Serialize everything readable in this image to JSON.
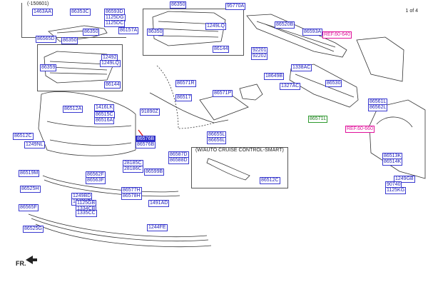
{
  "page_indicator": "1 of 4",
  "header_note": "(-150601)",
  "cruise_box_title": "(W/AUTO CRUISE CONTROL-SMART)",
  "fr_label": "FR.",
  "part_labels": [
    {
      "id": "1463AA",
      "text": "1463AA"
    },
    {
      "id": "86353C",
      "text": "86353C"
    },
    {
      "id": "86593D",
      "text": "86593D"
    },
    {
      "id": "1125DG",
      "text": "1125DG"
    },
    {
      "id": "1125DC",
      "text": "1125DC"
    },
    {
      "id": "86157A",
      "text": "86157A"
    },
    {
      "id": "86350a",
      "text": "86350"
    },
    {
      "id": "86350b",
      "text": "86350"
    },
    {
      "id": "86565D",
      "text": "86565D"
    },
    {
      "id": "86350c",
      "text": "86350"
    },
    {
      "id": "12492",
      "text": "12492"
    },
    {
      "id": "1249LQ",
      "text": "1249LQ"
    },
    {
      "id": "86359",
      "text": "86359"
    },
    {
      "id": "86144a",
      "text": "86144"
    },
    {
      "id": "86350d",
      "text": "86350"
    },
    {
      "id": "12492b",
      "text": "1249LQ"
    },
    {
      "id": "86144b",
      "text": "86144"
    },
    {
      "id": "95770A",
      "text": "95770A"
    },
    {
      "id": "86520B",
      "text": "86520B"
    },
    {
      "id": "86593A",
      "text": "86593A"
    },
    {
      "id": "REF60640",
      "text": "REF.60-640",
      "ref": true
    },
    {
      "id": "92201",
      "text": "92201"
    },
    {
      "id": "92202",
      "text": "92202"
    },
    {
      "id": "18649B",
      "text": "18649B"
    },
    {
      "id": "1338AC",
      "text": "1338AC"
    },
    {
      "id": "86530",
      "text": "86530"
    },
    {
      "id": "1327AC",
      "text": "1327AC"
    },
    {
      "id": "86571R",
      "text": "86571R"
    },
    {
      "id": "86517",
      "text": "86517"
    },
    {
      "id": "86571P",
      "text": "86571P"
    },
    {
      "id": "86561L",
      "text": "86561L"
    },
    {
      "id": "86562L",
      "text": "86562L"
    },
    {
      "id": "86512A",
      "text": "86512A"
    },
    {
      "id": "1416LK",
      "text": "1416LK"
    },
    {
      "id": "91890Z",
      "text": "91890Z"
    },
    {
      "id": "86515C",
      "text": "86515C"
    },
    {
      "id": "86516A",
      "text": "86516A"
    },
    {
      "id": "86571L",
      "text": "86571L",
      "green": true
    },
    {
      "id": "REF60660",
      "text": "REF.60-660",
      "ref": true
    },
    {
      "id": "86512C",
      "text": "86512C"
    },
    {
      "id": "1249NL",
      "text": "1249NL"
    },
    {
      "id": "86576B",
      "text": "86576B",
      "hl": true
    },
    {
      "id": "86576Bb",
      "text": "86576B"
    },
    {
      "id": "86655L",
      "text": "86655L"
    },
    {
      "id": "86656L",
      "text": "86656L"
    },
    {
      "id": "86587D",
      "text": "86587D"
    },
    {
      "id": "86588D",
      "text": "86588D"
    },
    {
      "id": "28185C",
      "text": "28185C"
    },
    {
      "id": "28186C",
      "text": "28186C"
    },
    {
      "id": "86599B",
      "text": "86599B"
    },
    {
      "id": "86513K",
      "text": "86513K"
    },
    {
      "id": "86514K",
      "text": "86514K"
    },
    {
      "id": "86519M",
      "text": "86519M"
    },
    {
      "id": "86562F",
      "text": "86562F"
    },
    {
      "id": "86563F",
      "text": "86563F"
    },
    {
      "id": "86512C2",
      "text": "86512C"
    },
    {
      "id": "1249GB",
      "text": "1249GB"
    },
    {
      "id": "90740",
      "text": "90740"
    },
    {
      "id": "1125KG",
      "text": "1125KG"
    },
    {
      "id": "86525H",
      "text": "86525H"
    },
    {
      "id": "86577H",
      "text": "86577H"
    },
    {
      "id": "86578H",
      "text": "86578H"
    },
    {
      "id": "1249BD",
      "text": "1249BD"
    },
    {
      "id": "1249NF",
      "text": "1249NF"
    },
    {
      "id": "1491AD",
      "text": "1491AD"
    },
    {
      "id": "1125GB",
      "text": "1125GB"
    },
    {
      "id": "86565F",
      "text": "86565F"
    },
    {
      "id": "1334CB",
      "text": "1334CB"
    },
    {
      "id": "1335CC",
      "text": "1335CC"
    },
    {
      "id": "86525G",
      "text": "86525G"
    },
    {
      "id": "1244FE",
      "text": "1244FE"
    }
  ]
}
